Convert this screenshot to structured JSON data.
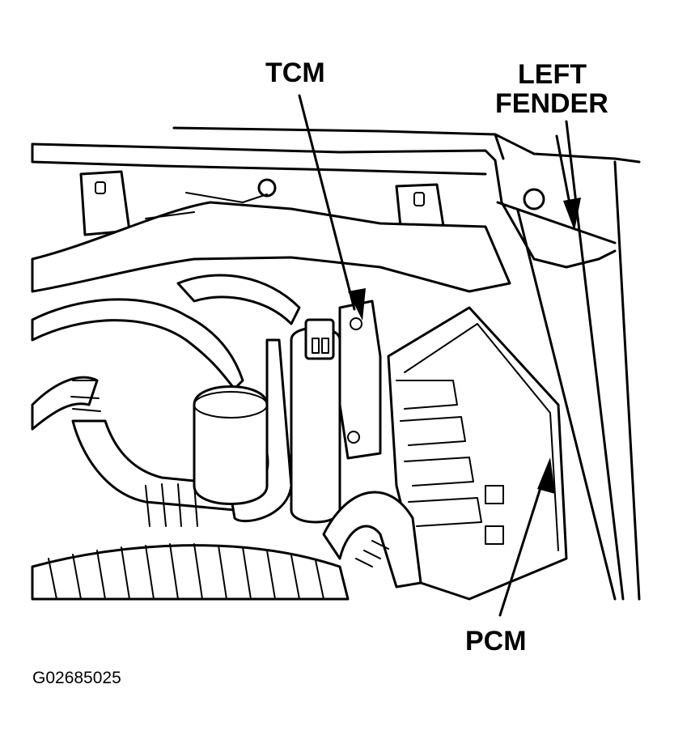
{
  "labels": {
    "tcm": "TCM",
    "left_fender_line1": "LEFT",
    "left_fender_line2": "FENDER",
    "pcm": "PCM"
  },
  "figure_id": "G02685025",
  "colors": {
    "ink": "#000000",
    "paper": "#ffffff"
  }
}
